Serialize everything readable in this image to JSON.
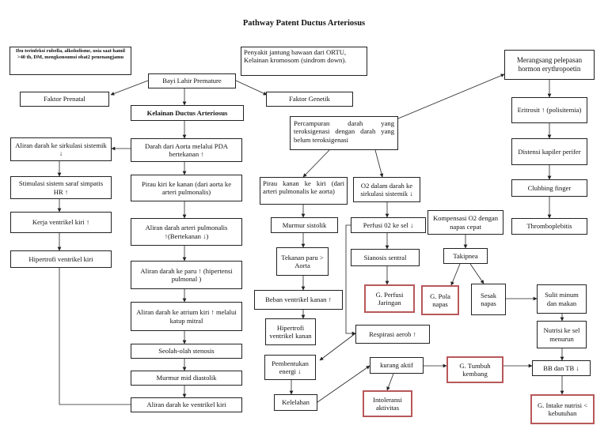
{
  "title": "Pathway Patent Ductus Arteriosus",
  "nodes": {
    "faktor_ibu": "Ibu terinfeksi rubella, alkoholisme, usia saat hamil >40 th, DM, mengkonsumsi obat2 penenangjamu",
    "faktor_prenatal": "Faktor Prenatal",
    "bayi_prematur": "Bayi Lahir Premature",
    "penyakit_genetik": "Penyakit jantung bawaan dari ORTU, Kelainan kromosom (sindrom down).",
    "faktor_genetik": "Faktor Genetik",
    "kelainan_ductus": "Kelainan Ductus Arteriosus",
    "darah_aorta_pda": "Darah dari Aorta melalui PDA bertekanan ↑",
    "pirau_kiri_kanan": "Pirau kiri ke kanan (dari aorta ke arteri pulmonalis)",
    "aliran_arteri_pulmonalis": "Aliran darah arteri pulmonalis ↑(Bertekanan ↓)",
    "aliran_paru": "Aliran darah ke paru ↑ (hipertensi pulmonal )",
    "aliran_atrium_kiri": "Aliran darah ke atrium kiri ↑ melalui katup mitral",
    "seolah_stenosis": "Seolah-olah stenosis",
    "murmur_diastolik": "Murmur mid diastolik",
    "aliran_ventrikel_kiri": "Aliran darah ke ventrikel kiri",
    "aliran_sistemik_kiri": "Aliran darah ke sirkulasi sistemik ↓",
    "stimulasi_saraf": "Stimulasi sistem saraf simpatis HR ↑",
    "kerja_ventrikel": "Kerja ventrikel kiri ↑",
    "hipertrofi_kiri": "Hipertrofi ventrikel kiri",
    "percampuran_darah": "Percampuran darah yang teroksigenasi dengan darah yang belum teroksigenasi",
    "pirau_kanan_kiri": "Pirau kanan ke kiri (dari arteri pulmonalis ke aorta)",
    "o2_sistemik": "O2 dalam darah ke sirkulasi sistemik ↓",
    "murmur_sistolik": "Murmur sistolik",
    "perfusi_o2": "Perfusi 02 ke sel ↓",
    "sianosis": "Sianosis sentral",
    "g_perfusi": "G. Perfusi Jaringan",
    "tekanan_paru": "Tekanan paru > Aorta",
    "beban_ventrikel": "Beban ventrikel kanan ↑",
    "hipertrofi_kanan": "Hipertrofi ventrikel kanan",
    "kompensasi_o2": "Kompensasi O2 dengan napas cepat",
    "takipnea": "Takipnea",
    "g_pola_napas": "G. Pola napas",
    "sesak_napas": "Sesak napas",
    "respirasi_aerob": "Respirasi aerob ↑",
    "pembentukan_energi": "Pembentukan energi ↓",
    "kelelahan": "Kelelahan",
    "kurang_aktif": "kurang aktif",
    "intoleransi": "Intoleransi aktivitas",
    "g_tumbuh": "G. Tumbuh kembang",
    "merangsang": "Merangsang pelepasan hormon erythropoetin",
    "eritrosit": "Eritrosit ↑ (polisitemia)",
    "distensi": "Distensi kapiler perifer",
    "clubbing": "Clubbing finger",
    "thromboplebitis": "Thromboplebitis",
    "sulit_minum": "Sulit minum dan makan",
    "nutrisi_sel": "Nutrisi ke sel menurun",
    "bb_tb": "BB dan TB ↓",
    "g_intake": "G. Intake nutrisi < kebutuhan"
  }
}
